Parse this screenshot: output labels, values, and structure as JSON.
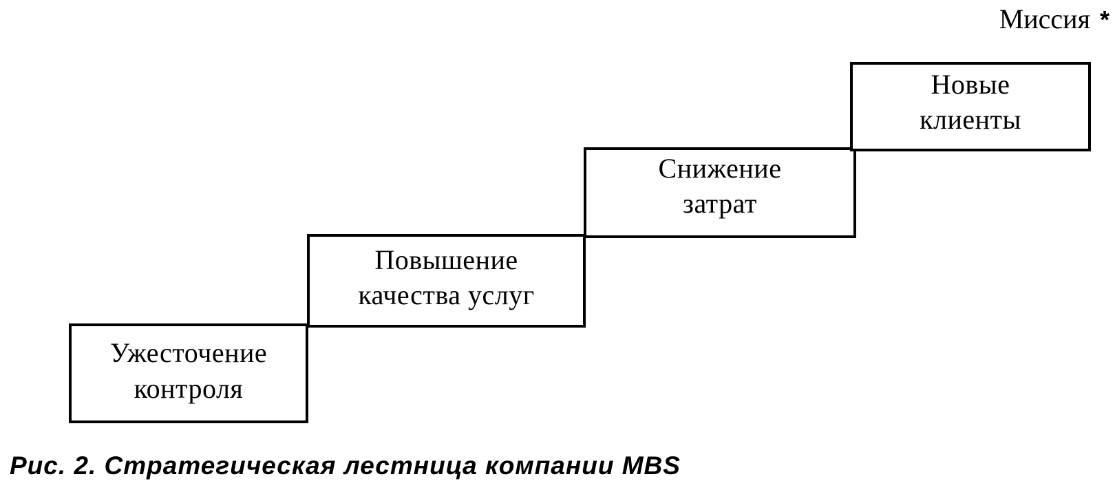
{
  "mission": {
    "label": "Миссия",
    "marker": "*"
  },
  "steps": [
    {
      "line1": "Ужесточение",
      "line2": "контроля"
    },
    {
      "line1": "Повышение",
      "line2": "качества услуг"
    },
    {
      "line1": "Снижение",
      "line2": "затрат"
    },
    {
      "line1": "Новые",
      "line2": "клиенты"
    }
  ],
  "caption": "Рис. 2. Стратегическая лестница компании MBS"
}
